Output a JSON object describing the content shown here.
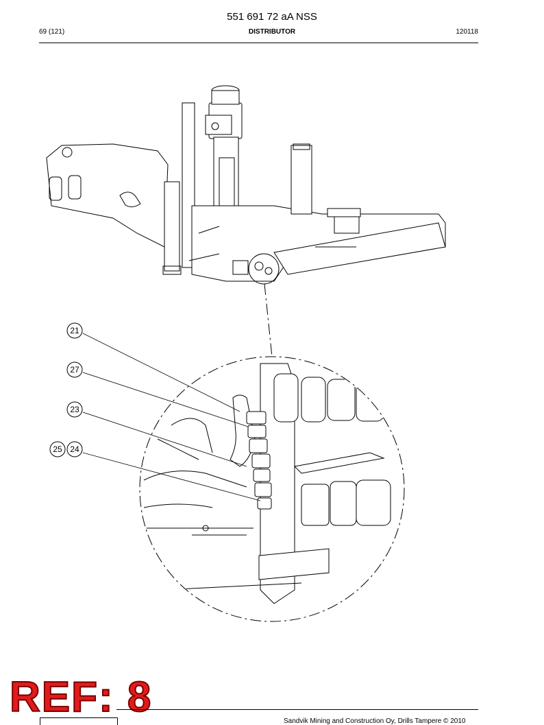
{
  "header": {
    "doc_number": "551 691 72 aA NSS",
    "page": "69 (121)",
    "section": "DISTRIBUTOR",
    "date_code": "120118"
  },
  "callouts": [
    "21",
    "27",
    "23",
    "25",
    "24"
  ],
  "stamp": {
    "text": "REF: 8",
    "color": "#e11b1b"
  },
  "footer": {
    "text": "Sandvik Mining and Construction Oy, Drills Tampere © 2010"
  },
  "icons": {
    "part_label": "circle-callout-icon"
  }
}
